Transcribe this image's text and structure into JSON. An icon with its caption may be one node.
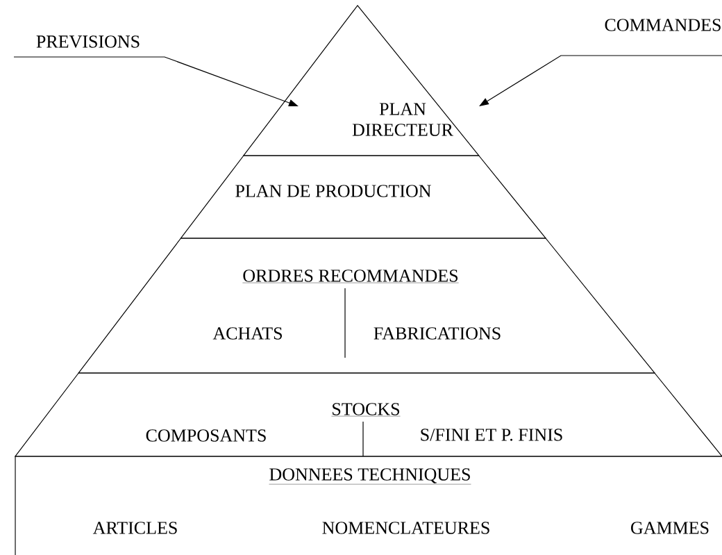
{
  "diagram": {
    "nodes": [
      {
        "text": [
          "PREVISIONS"
        ]
      },
      {
        "text": [
          "COMMANDES"
        ]
      },
      {
        "text": [
          "PLAN DIRECTEUR"
        ]
      },
      {
        "text": [
          "PLAN DE PRODUCTION"
        ]
      },
      {
        "text": [
          "ORDRES RECOMMANDES",
          "ACHATS",
          "FABRICATIONS"
        ]
      },
      {
        "text": [
          "STOCKS",
          "COMPOSANTS",
          "S/FINI ET P. FINIS"
        ]
      },
      {
        "text": [
          "DONNEES TECHNIQUES",
          "ARTICLES",
          "NOMENCLATEURES",
          "GAMMES"
        ]
      }
    ],
    "edges": [
      {
        "from": 0,
        "to": 2,
        "arrow": "to"
      },
      {
        "from": 1,
        "to": 2,
        "arrow": "to"
      }
    ]
  }
}
